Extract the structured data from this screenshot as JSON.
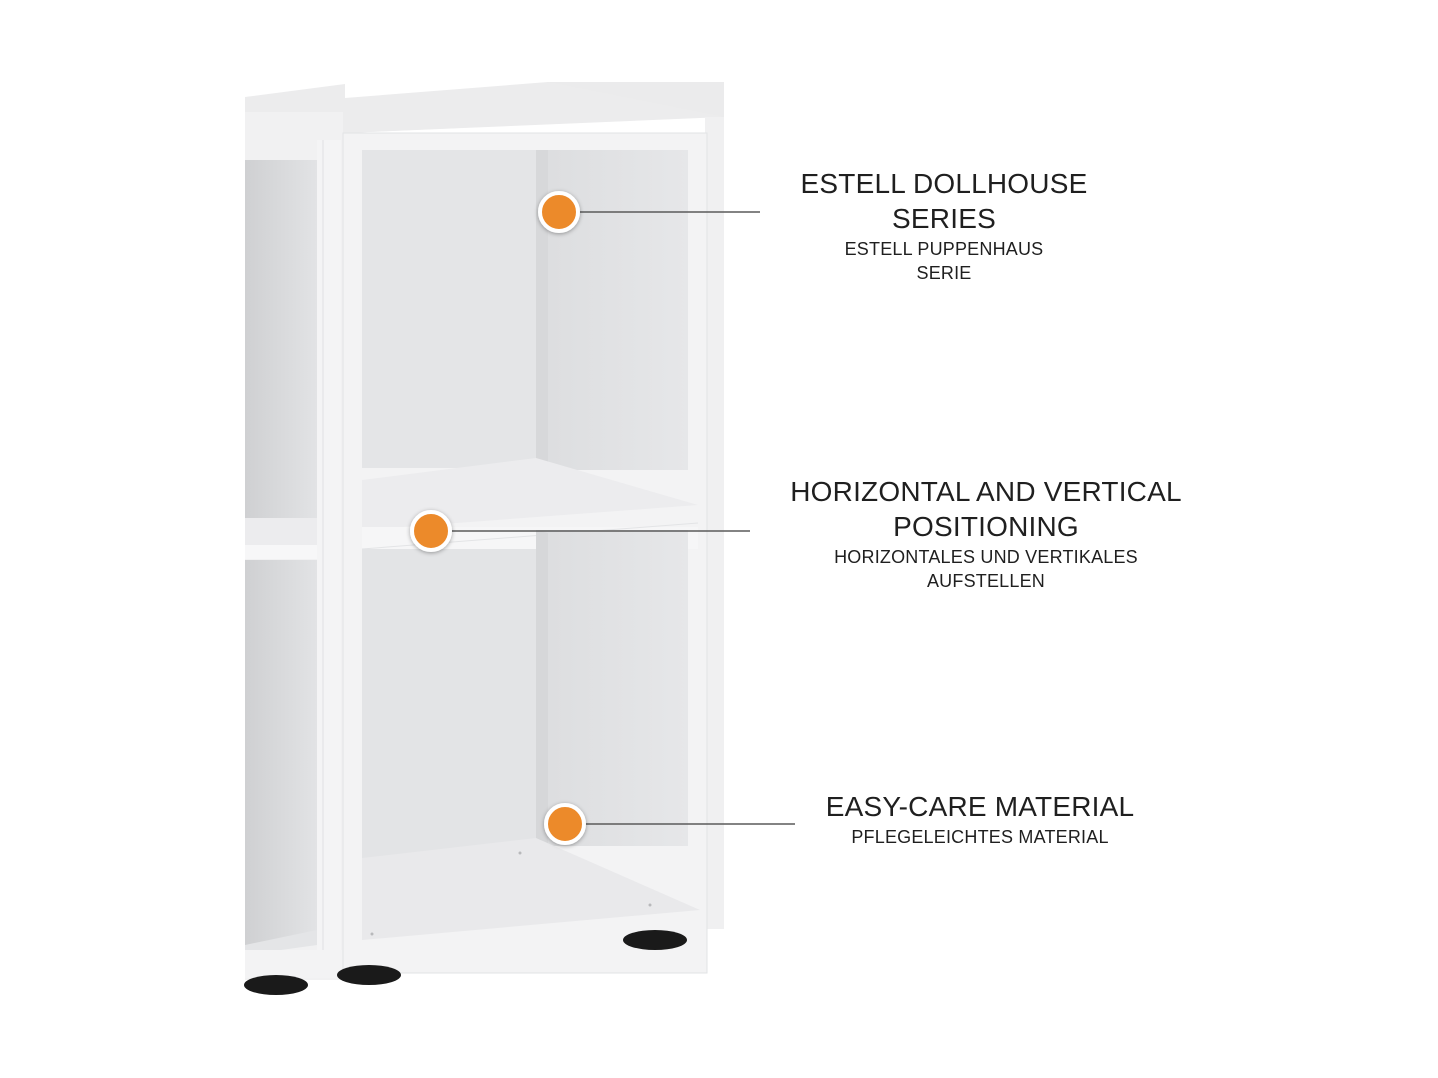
{
  "callouts": [
    {
      "title": "ESTELL DOLLHOUSE\nSERIES",
      "subtitle": "ESTELL PUPPENHAUS\nSERIE"
    },
    {
      "title": "HORIZONTAL AND VERTICAL\nPOSITIONING",
      "subtitle": "HORIZONTALES UND VERTIKALES\nAUFSTELLEN"
    },
    {
      "title": "EASY-CARE MATERIAL",
      "subtitle": "PFLEGELEICHTES MATERIAL"
    }
  ],
  "colors": {
    "marker": "#ec8a2b",
    "marker_border": "#ffffff",
    "leader_line": "#5a5a5a",
    "shelf_front": "#f2f2f3",
    "shelf_inside": "#dedfe1",
    "feet": "#1a1a1a"
  }
}
